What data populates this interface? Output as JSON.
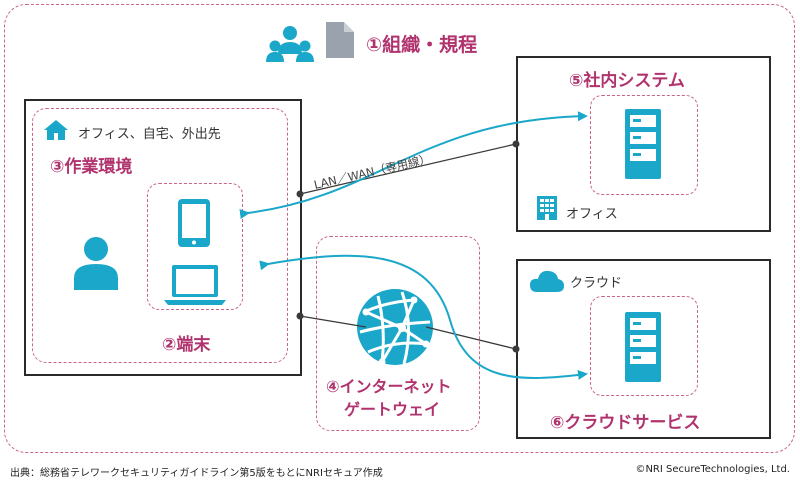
{
  "colors": {
    "accent_blue": "#1aa7c9",
    "label_pink": "#b0336e",
    "dash_pink": "#c9648e",
    "line_dark": "#3a3a3a",
    "icon_gray": "#9aa3ad"
  },
  "labels": {
    "org": "①組織・規程",
    "device": "②端末",
    "work_env": "③作業環境",
    "gateway_line1": "④インターネット",
    "gateway_line2": "ゲートウェイ",
    "internal_system": "⑤社内システム",
    "cloud_service": "⑥クラウドサービス"
  },
  "text": {
    "office_home": "オフィス、自宅、外出先",
    "lan_wan": "LAN／WAN（専用線）",
    "office": "オフィス",
    "cloud": "クラウド"
  },
  "footer": {
    "source": "出典：総務省テレワークセキュリティガイドライン第5版をもとにNRIセキュア作成",
    "copyright": "©NRI SecureTechnologies, Ltd."
  },
  "icons": {
    "people": "people-group-icon",
    "document": "document-icon",
    "house": "house-icon",
    "person": "person-icon",
    "tablet": "tablet-icon",
    "laptop": "laptop-icon",
    "globe": "globe-network-icon",
    "building": "building-icon",
    "cloud": "cloud-icon",
    "server": "server-icon"
  }
}
